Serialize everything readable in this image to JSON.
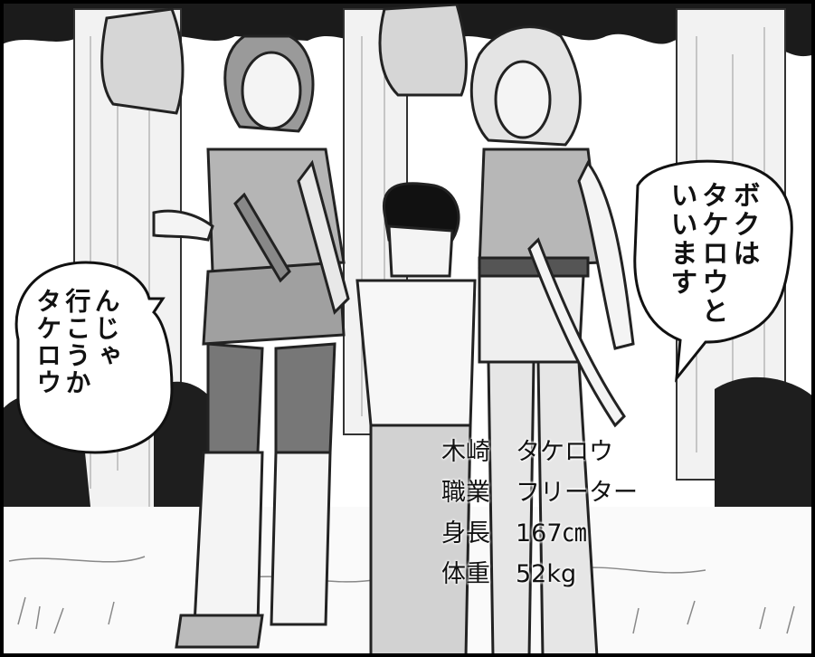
{
  "bubbles": {
    "left": {
      "lines": [
        "んじゃ",
        "行こうか",
        "タケロウ"
      ]
    },
    "right": {
      "lines": [
        "ボクは",
        "タケロウと",
        "いいます"
      ]
    }
  },
  "profile": {
    "rows": [
      {
        "label": "木崎",
        "value": "タケロウ"
      },
      {
        "label": "職業",
        "value": "フリーター"
      },
      {
        "label": "身長",
        "value": "167㎝"
      },
      {
        "label": "体重",
        "value": "52kg"
      }
    ]
  }
}
